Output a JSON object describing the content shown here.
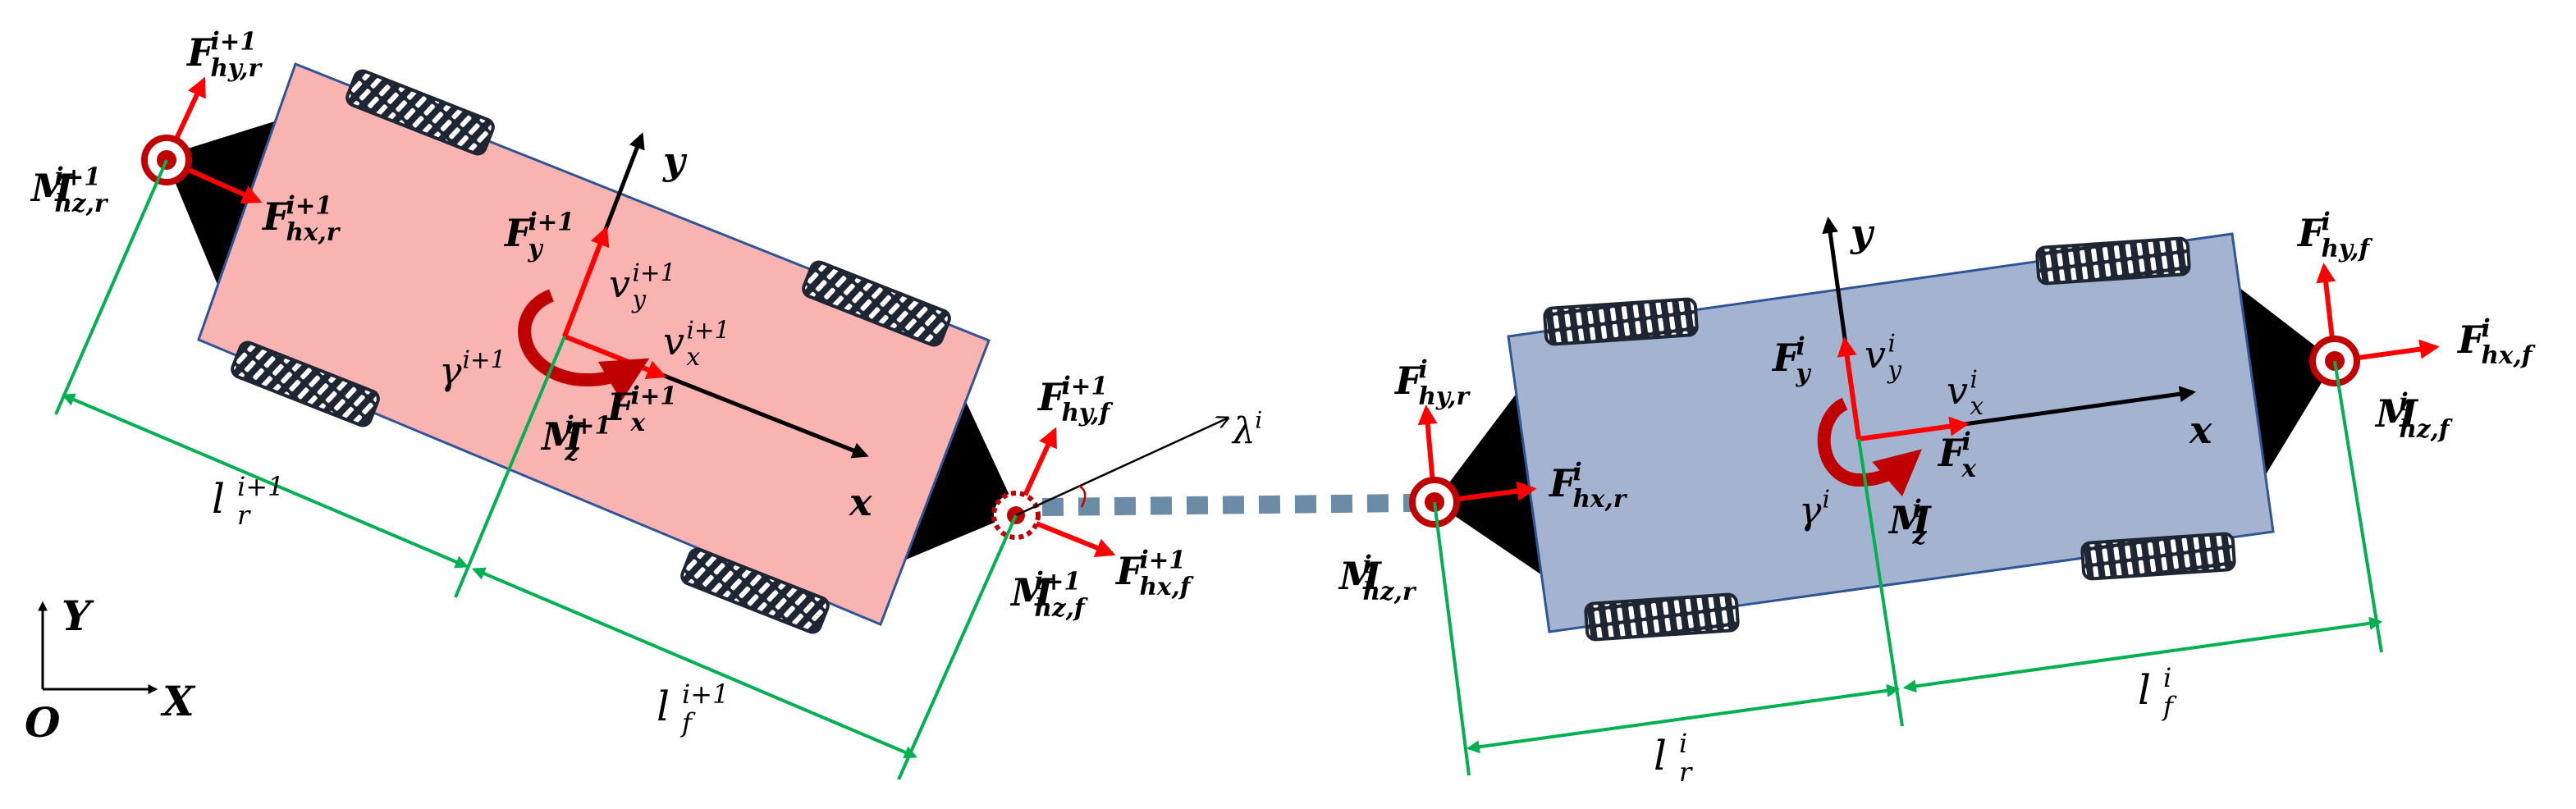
{
  "colors": {
    "follower_body": "#F9B3B0",
    "leader_body": "#A4B4D0",
    "body_outline": "#2F5597",
    "hitch": "#000000",
    "tire": "#1f2633",
    "force_arrow": "#FF0000",
    "axis_arrow": "#000000",
    "dimension": "#00B050",
    "moment_symbol": "#C00000",
    "link": "#6C8BA6"
  },
  "icons": {
    "hitch_joint": "hitch-circle-icon",
    "moment": "curved-moment-arrow-icon",
    "tire": "tire-tread-icon"
  },
  "global_frame": {
    "y_axis": "Y",
    "x_axis": "X",
    "origin": "O"
  },
  "follower": {
    "rear_hitch": {
      "Fy": {
        "base": "F",
        "sup": "i+1",
        "sub": "hy,r"
      },
      "Fx": {
        "base": "F",
        "sup": "i+1",
        "sub": "hx,r"
      },
      "M": {
        "base": "M",
        "sup": "i+1",
        "sub": "hz,r"
      }
    },
    "body_axes": {
      "y": "y",
      "x": "x"
    },
    "cg": {
      "Fy": {
        "base": "F",
        "sup": "i+1",
        "sub": "y"
      },
      "vy": {
        "base": "v",
        "sup": "i+1",
        "sub": "y"
      },
      "vx": {
        "base": "v",
        "sup": "i+1",
        "sub": "x"
      },
      "gamma": {
        "base": "γ",
        "sup": "i+1"
      },
      "Fx": {
        "base": "F",
        "sup": "i+1",
        "sub": "x"
      },
      "Mz": {
        "base": "M",
        "sup": "i+1",
        "sub": "z"
      }
    },
    "front_hitch": {
      "Fy": {
        "base": "F",
        "sup": "i+1",
        "sub": "hy,f"
      },
      "Fx": {
        "base": "F",
        "sup": "i+1",
        "sub": "hx,f"
      },
      "M": {
        "base": "M",
        "sup": "i+1",
        "sub": "hz,f"
      }
    },
    "dims": {
      "lr": {
        "base": "l",
        "sup": "i+1",
        "sub": "r"
      },
      "lf": {
        "base": "l",
        "sup": "i+1",
        "sub": "f"
      }
    }
  },
  "link_angle": {
    "base": "λ",
    "sup": "i"
  },
  "leader": {
    "rear_hitch": {
      "Fy": {
        "base": "F",
        "sup": "i",
        "sub": "hy,r"
      },
      "Fx": {
        "base": "F",
        "sup": "i",
        "sub": "hx,r"
      },
      "M": {
        "base": "M",
        "sup": "i",
        "sub": "hz,r"
      }
    },
    "body_axes": {
      "y": "y",
      "x": "x"
    },
    "cg": {
      "Fy": {
        "base": "F",
        "sup": "i",
        "sub": "y"
      },
      "vy": {
        "base": "v",
        "sup": "i",
        "sub": "y"
      },
      "vx": {
        "base": "v",
        "sup": "i",
        "sub": "x"
      },
      "gamma": {
        "base": "γ",
        "sup": "i"
      },
      "Fx": {
        "base": "F",
        "sup": "i",
        "sub": "x"
      },
      "Mz": {
        "base": "M",
        "sup": "i",
        "sub": "z"
      }
    },
    "front_hitch": {
      "Fy": {
        "base": "F",
        "sup": "i",
        "sub": "hy,f"
      },
      "Fx": {
        "base": "F",
        "sup": "i",
        "sub": "hx,f"
      },
      "M": {
        "base": "M",
        "sup": "i",
        "sub": "hz,f"
      }
    },
    "dims": {
      "lr": {
        "base": "l",
        "sup": "i",
        "sub": "r"
      },
      "lf": {
        "base": "l",
        "sup": "i",
        "sub": "f"
      }
    }
  }
}
